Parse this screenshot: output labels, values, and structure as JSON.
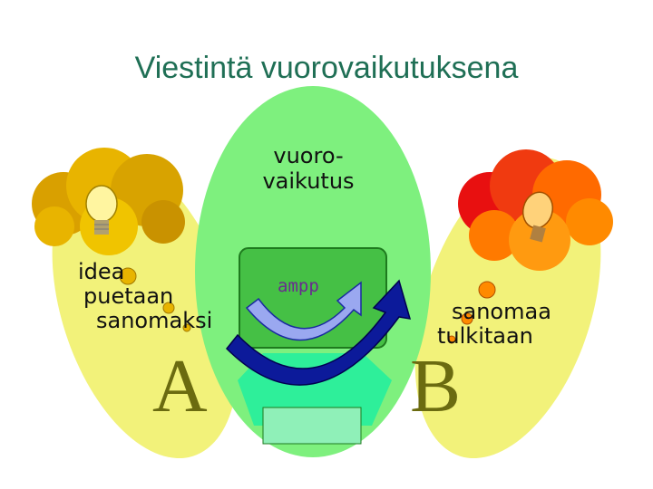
{
  "title": "Viestintä vuorovaikutuksena",
  "center_label": {
    "line1": "vuoro-",
    "line2": "vaikutus"
  },
  "left_text": {
    "line1": "idea",
    "line2": "puetaan",
    "line3": "sanomaksi"
  },
  "right_text": {
    "line1": "sanomaa",
    "line2": "tulkitaan"
  },
  "center_word": "ampp",
  "letter_a": "A",
  "letter_b": "B",
  "colors": {
    "title": "#1f6f55",
    "center_oval": "#7ef07e",
    "side_ovals": "#f2f27a",
    "left_cloud": "#e0a800",
    "right_cloud_top": "#e81010",
    "right_cloud_bottom": "#ff8a00",
    "arrow_light": "#9aa8f0",
    "arrow_dark": "#0c1a9a"
  }
}
